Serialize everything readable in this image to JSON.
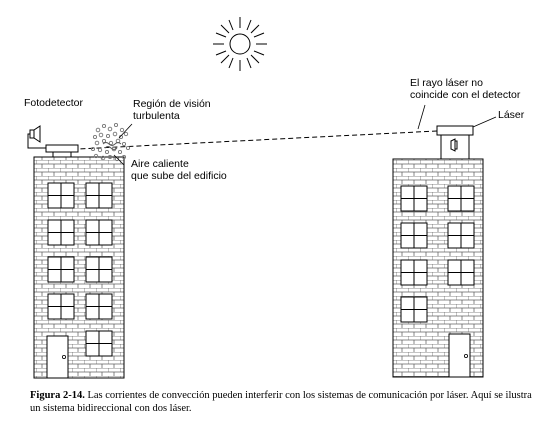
{
  "labels": {
    "photodetector": "Fotodetector",
    "turbulence_line1": "Región de visión",
    "turbulence_line2": "turbulenta",
    "hot_air_line1": "Aire caliente",
    "hot_air_line2": "que sube del edificio",
    "mismatch_line1": "El rayo láser no",
    "mismatch_line2": "coincide con el detector",
    "laser": "Láser"
  },
  "caption": {
    "figure_ref": "Figura 2-14.",
    "text": "Las corrientes de convección pueden interferir con los sistemas de comunicación por láser. Aquí se ilustra un sistema bidireccional con dos láser."
  },
  "icons": {
    "sun": "sun-icon",
    "door_knob": "door-knob-icon"
  }
}
